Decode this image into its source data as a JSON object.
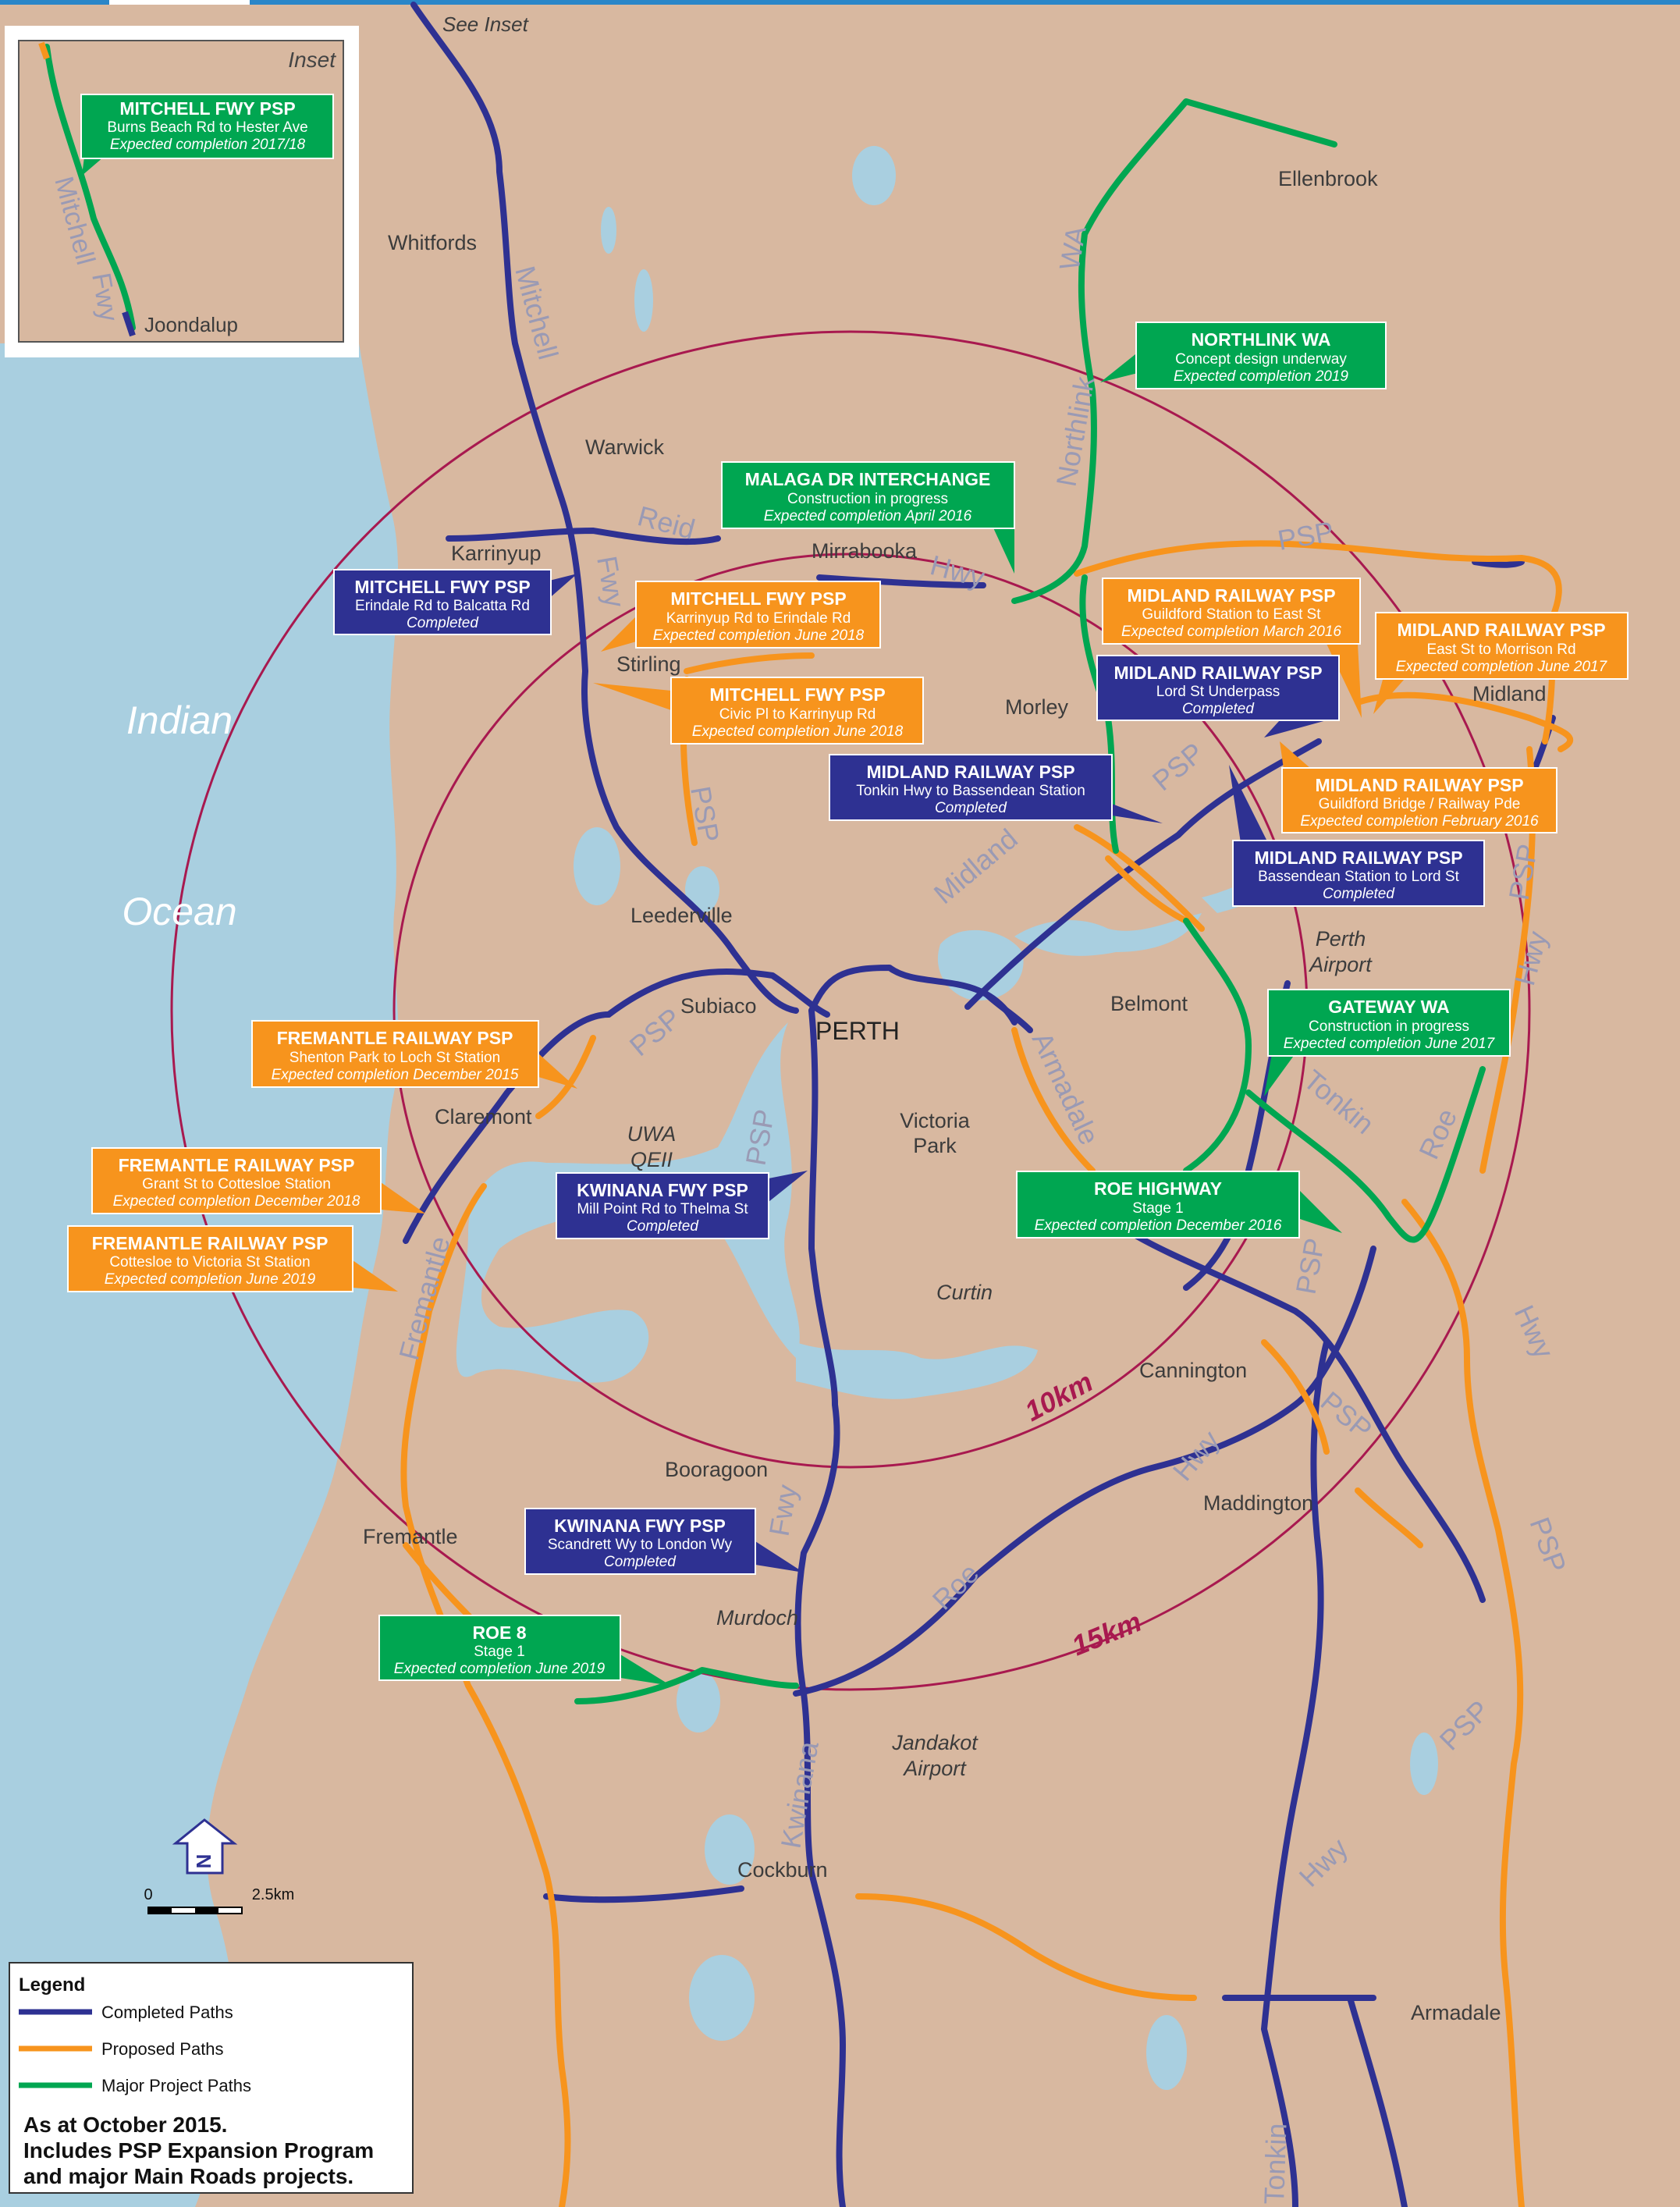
{
  "colors": {
    "land": "#d8b8a0",
    "water": "#a9cfe0",
    "completed": "#2e3192",
    "proposed": "#f7941d",
    "major": "#00a651",
    "ring": "#a8194f",
    "road_label": "#9a9ab4",
    "suburb_label": "#3c3c3c"
  },
  "inset": {
    "title": "Inset",
    "see_inset": "See Inset",
    "road_left": "Mitchell",
    "road_right": "Fwy",
    "place": "Joondalup"
  },
  "ocean": {
    "line1": "Indian",
    "line2": "Ocean"
  },
  "suburbs": {
    "whitfords": "Whitfords",
    "warwick": "Warwick",
    "karrinyup": "Karrinyup",
    "mirrabooka": "Mirrabooka",
    "stirling": "Stirling",
    "morley": "Morley",
    "ellenbrook": "Ellenbrook",
    "midland": "Midland",
    "leederville": "Leederville",
    "subiaco": "Subiaco",
    "perth": "PERTH",
    "belmont": "Belmont",
    "perth_airport_1": "Perth",
    "perth_airport_2": "Airport",
    "claremont": "Claremont",
    "uwa_1": "UWA",
    "uwa_2": "QEII",
    "victoria_park_1": "Victoria",
    "victoria_park_2": "Park",
    "curtin": "Curtin",
    "cannington": "Cannington",
    "booragoon": "Booragoon",
    "maddington": "Maddington",
    "fremantle": "Fremantle",
    "murdoch": "Murdoch",
    "jandakot_1": "Jandakot",
    "jandakot_2": "Airport",
    "cockburn": "Cockburn",
    "armadale": "Armadale"
  },
  "road_labels": {
    "mitchell": "Mitchell",
    "fwy_north": "Fwy",
    "reid": "Reid",
    "hwy_reid": "Hwy",
    "northlink": "Northlink",
    "wa": "WA",
    "psp_top": "PSP",
    "psp_mitchell": "PSP",
    "midland": "Midland",
    "psp_midland": "PSP",
    "psp_fremantle": "PSP",
    "fremantle_line": "Fremantle",
    "psp_kwinana": "PSP",
    "armadale_line": "Armadale",
    "tonkin": "Tonkin",
    "roe_east": "Roe",
    "hwy_east_1": "Hwy",
    "hwy_east_2": "Hwy",
    "psp_east_1": "PSP",
    "psp_east_2": "PSP",
    "psp_tonkin": "PSP",
    "psp_cannington": "PSP",
    "hwy_roe": "Hwy",
    "roe_south": "Roe",
    "fwy_kwinana": "Fwy",
    "kwinana": "Kwinana",
    "psp_south": "PSP",
    "hwy_south": "Hwy",
    "tonkin_south": "Tonkin"
  },
  "rings": {
    "r10": "10km",
    "r15": "15km"
  },
  "callouts": [
    {
      "id": "mitchell-inset",
      "kind": "major",
      "title": "MITCHELL FWY PSP",
      "line1": "Burns Beach Rd to Hester Ave",
      "line2": "Expected completion 2017/18"
    },
    {
      "id": "northlink",
      "kind": "major",
      "title": "NORTHLINK WA",
      "line1": "Concept design underway",
      "line2": "Expected completion 2019"
    },
    {
      "id": "malaga",
      "kind": "major",
      "title": "MALAGA DR INTERCHANGE",
      "line1": "Construction in progress",
      "line2": "Expected completion April 2016"
    },
    {
      "id": "mitchell-erindale",
      "kind": "completed",
      "title": "MITCHELL FWY PSP",
      "line1": "Erindale Rd to Balcatta Rd",
      "line2": "Completed"
    },
    {
      "id": "mitchell-karrinyup",
      "kind": "proposed",
      "title": "MITCHELL FWY PSP",
      "line1": "Karrinyup Rd to Erindale Rd",
      "line2": "Expected completion June 2018"
    },
    {
      "id": "mitchell-civic",
      "kind": "proposed",
      "title": "MITCHELL FWY PSP",
      "line1": "Civic Pl to Karrinyup Rd",
      "line2": "Expected completion June 2018"
    },
    {
      "id": "midland-guildford-east",
      "kind": "proposed",
      "title": "MIDLAND RAILWAY PSP",
      "line1": "Guildford Station to East St",
      "line2": "Expected completion March 2016"
    },
    {
      "id": "midland-east-morrison",
      "kind": "proposed",
      "title": "MIDLAND RAILWAY PSP",
      "line1": "East St to Morrison Rd",
      "line2": "Expected completion June 2017"
    },
    {
      "id": "midland-lord",
      "kind": "completed",
      "title": "MIDLAND RAILWAY PSP",
      "line1": "Lord St Underpass",
      "line2": "Completed"
    },
    {
      "id": "midland-tonkin",
      "kind": "completed",
      "title": "MIDLAND RAILWAY PSP",
      "line1": "Tonkin Hwy to Bassendean Station",
      "line2": "Completed"
    },
    {
      "id": "midland-guildford-bridge",
      "kind": "proposed",
      "title": "MIDLAND RAILWAY PSP",
      "line1": "Guildford Bridge / Railway Pde",
      "line2": "Expected completion February 2016"
    },
    {
      "id": "midland-bassendean",
      "kind": "completed",
      "title": "MIDLAND RAILWAY PSP",
      "line1": "Bassendean Station to Lord St",
      "line2": "Completed"
    },
    {
      "id": "gateway",
      "kind": "major",
      "title": "GATEWAY WA",
      "line1": "Construction in progress",
      "line2": "Expected completion June 2017"
    },
    {
      "id": "fremantle-shenton",
      "kind": "proposed",
      "title": "FREMANTLE RAILWAY PSP",
      "line1": "Shenton Park to Loch St Station",
      "line2": "Expected completion December 2015"
    },
    {
      "id": "fremantle-grant",
      "kind": "proposed",
      "title": "FREMANTLE RAILWAY PSP",
      "line1": "Grant St to Cottesloe Station",
      "line2": "Expected completion December 2018"
    },
    {
      "id": "fremantle-cottesloe",
      "kind": "proposed",
      "title": "FREMANTLE RAILWAY PSP",
      "line1": "Cottesloe to Victoria St Station",
      "line2": "Expected completion June 2019"
    },
    {
      "id": "kwinana-mill",
      "kind": "completed",
      "title": "KWINANA FWY PSP",
      "line1": "Mill Point Rd to Thelma St",
      "line2": "Completed"
    },
    {
      "id": "roe-hwy",
      "kind": "major",
      "title": "ROE HIGHWAY",
      "line1": "Stage 1",
      "line2": "Expected completion December 2016"
    },
    {
      "id": "kwinana-scandrett",
      "kind": "completed",
      "title": "KWINANA FWY PSP",
      "line1": "Scandrett Wy to London Wy",
      "line2": "Completed"
    },
    {
      "id": "roe8",
      "kind": "major",
      "title": "ROE 8",
      "line1": "Stage 1",
      "line2": "Expected completion June 2019"
    }
  ],
  "scale": {
    "zero": "0",
    "distance": "2.5km",
    "north": "N"
  },
  "legend": {
    "title": "Legend",
    "items": [
      {
        "label": "Completed Paths",
        "color": "#2e3192"
      },
      {
        "label": "Proposed Paths",
        "color": "#f7941d"
      },
      {
        "label": "Major Project Paths",
        "color": "#00a651"
      }
    ],
    "note1": "As at October 2015.",
    "note2": "Includes PSP Expansion Program",
    "note3": "and major Main Roads projects."
  }
}
